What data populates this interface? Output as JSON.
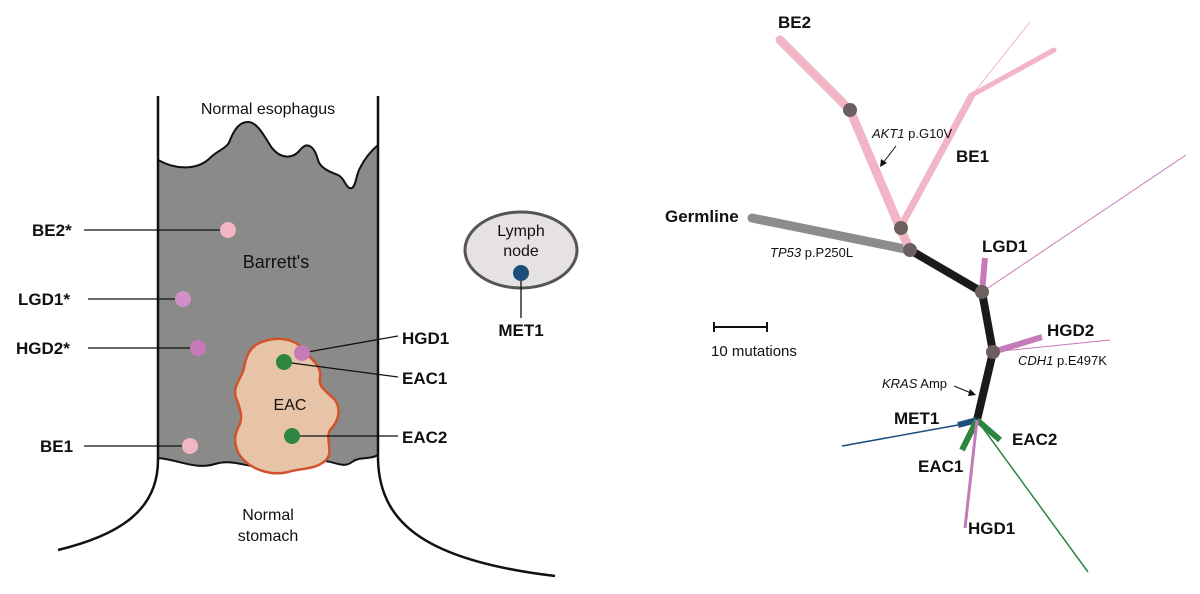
{
  "left_panel": {
    "normal_esophagus": "Normal esophagus",
    "barretts": "Barrett's",
    "eac_region": "EAC",
    "normal_stomach_line1": "Normal",
    "normal_stomach_line2": "stomach",
    "samples": {
      "be2": "BE2*",
      "lgd1": "LGD1*",
      "hgd2": "HGD2*",
      "be1": "BE1",
      "hgd1": "HGD1",
      "eac1": "EAC1",
      "eac2": "EAC2"
    },
    "lymph_node_line1": "Lymph",
    "lymph_node_line2": "node",
    "met1": "MET1"
  },
  "tree_panel": {
    "branches": {
      "be2": "BE2",
      "be1": "BE1",
      "germline": "Germline",
      "lgd1": "LGD1",
      "hgd2": "HGD2",
      "met1": "MET1",
      "eac1": "EAC1",
      "eac2": "EAC2",
      "hgd1": "HGD1"
    },
    "annotations": {
      "akt1_gene": "AKT1",
      "akt1_change": " p.G10V",
      "tp53_gene": "TP53",
      "tp53_change": " p.P250L",
      "cdh1_gene": "CDH1",
      "cdh1_change": " p.E497K",
      "kras_gene": "KRAS",
      "kras_change": " Amp"
    },
    "scale_bar": "10 mutations"
  },
  "colors": {
    "tissue_gray": "#8a8a88",
    "eac_fill": "#e7c3a7",
    "eac_border": "#d0532b",
    "light_pink": "#f2b5c5",
    "mauve": "#c77ab8",
    "green": "#2e8540",
    "navy": "#1d4e7a",
    "trunk": "#1a1a1a",
    "germline_gray": "#8c8c8c",
    "node": "#6b5f5f"
  }
}
